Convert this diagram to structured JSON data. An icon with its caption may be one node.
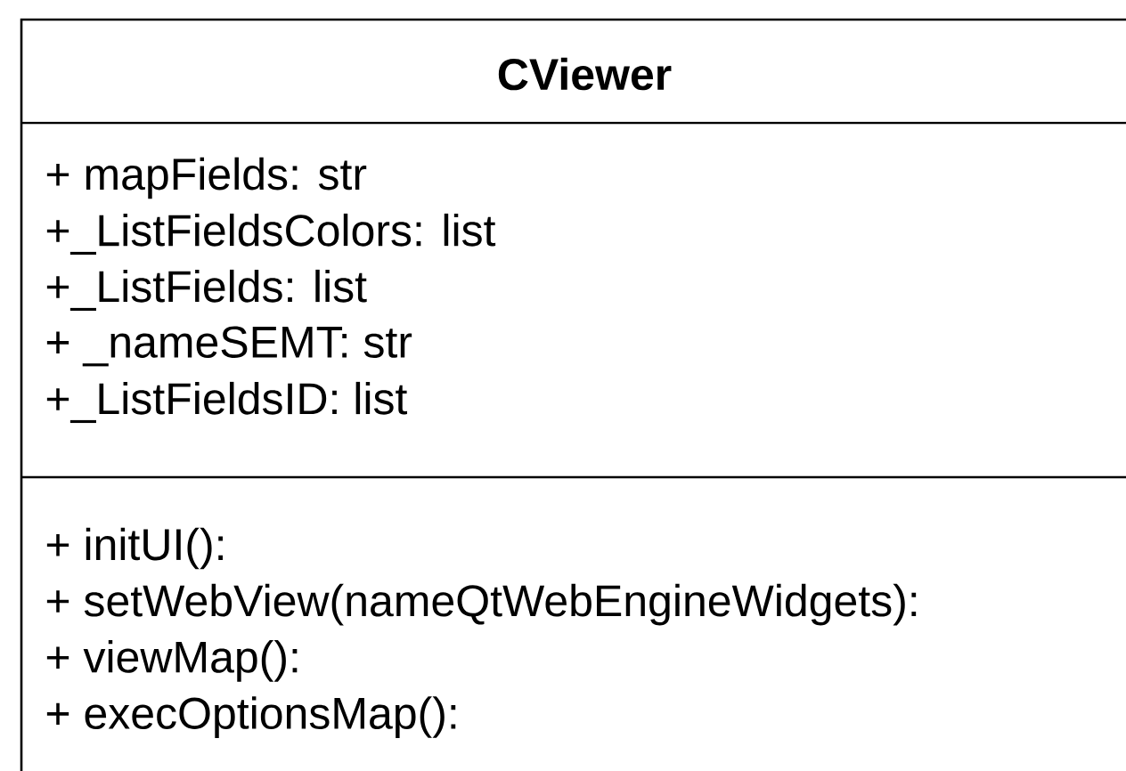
{
  "diagram": {
    "nodes": [
      {
        "text": [
          "CViewer",
          "+ mapFields: str",
          "+_ListFieldsColors: list",
          "+_ListFields: list",
          "+ _nameSEMT: str",
          "+_ListFieldsID: list",
          "+ initUI():",
          "+ setWebView(nameQtWebEngineWidgets):",
          "+ viewMap():",
          "+ execOptionsMap():"
        ]
      }
    ]
  }
}
